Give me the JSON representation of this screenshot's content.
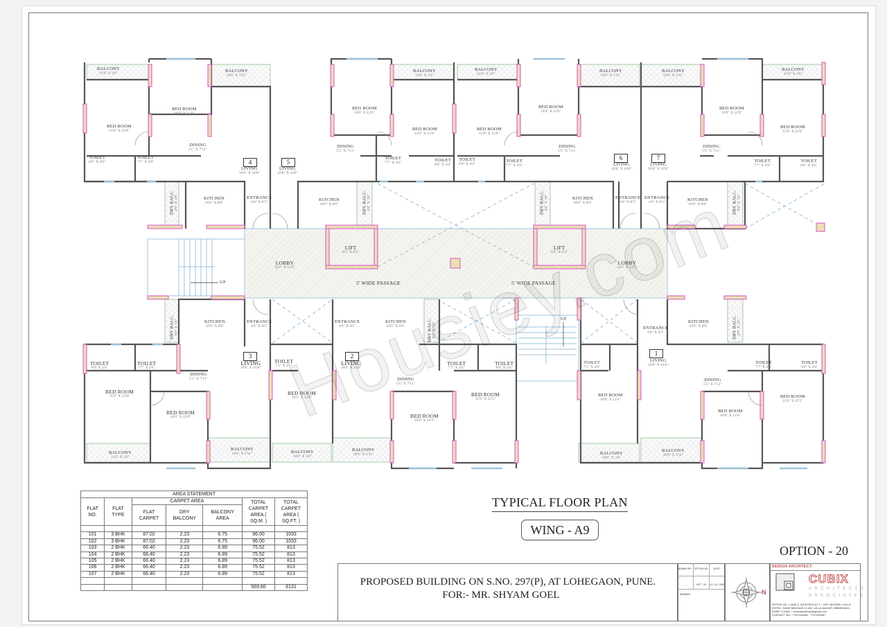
{
  "drawing": {
    "title": "TYPICAL FLOOR PLAN",
    "wing": "WING - A9",
    "option": "OPTION - 20",
    "watermark": "Housiey.com"
  },
  "plan": {
    "core": {
      "lobby_left": {
        "name": "LOBBY",
        "dim": "14'1\" X 12'2\""
      },
      "lobby_right": {
        "name": "LOBBY",
        "dim": "14'1\" X 12'2\""
      },
      "lift_left": {
        "name": "LIFT",
        "dim": "8'2\" X 6'3\""
      },
      "lift_right": {
        "name": "LIFT",
        "dim": "8'2\" X 6'3\""
      },
      "passage_left": "5' WIDE PASSAGE",
      "passage_right": "5' WIDE PASSAGE",
      "stair_up_left": "UP",
      "stair_up_right": "UP"
    },
    "flats": [
      {
        "no": "1",
        "rooms": {
          "living": {
            "name": "LIVING",
            "dim": "10'6\" X 16'0\""
          },
          "entrance": {
            "name": "ENTRANCE",
            "dim": "4'6\" X 8'5\""
          },
          "kitchen": {
            "name": "KITCHEN",
            "dim": "10'0\" X 8'0\""
          },
          "dry_balc": {
            "name": "DRY BALC.",
            "dim": "8'0\" X 3'0\""
          },
          "dining": {
            "name": "DINING",
            "dim": "5'5\" X 7'11\""
          },
          "toilet_a": {
            "name": "TOILET",
            "dim": "7'1\" X 4'6\""
          },
          "toilet_b": {
            "name": "TOILET",
            "dim": "7'7\" X 4'6\""
          },
          "toilet_c": {
            "name": "TOILET",
            "dim": "8'0\" X 4'6\""
          },
          "bed_a": {
            "name": "BED ROOM",
            "dim": "10'6\" X 12'0\""
          },
          "bed_b": {
            "name": "BED ROOM",
            "dim": "10'0\" X 12'0\""
          },
          "bed_c": {
            "name": "BED ROOM",
            "dim": "11'0\" X 15'5\""
          },
          "balc_a": {
            "name": "BALCONY",
            "dim": "10'6\" X 3'0\""
          },
          "balc_b": {
            "name": "BALCONY",
            "dim": "10'6\" X 3'11\""
          }
        }
      },
      {
        "no": "2",
        "rooms": {
          "living": {
            "name": "LIVING",
            "dim": "10'6\" X 16'0\""
          },
          "entrance": {
            "name": "ENTRANCE",
            "dim": "4'6\" X 8'5\""
          },
          "kitchen": {
            "name": "KITCHEN",
            "dim": "10'0\" X 8'0\""
          },
          "dry_balc": {
            "name": "DRY BALC.",
            "dim": "8'0\" X 3'0\""
          },
          "dining": {
            "name": "DINING",
            "dim": "5'5\" X 7'11\""
          },
          "toilet_a": {
            "name": "TOILET",
            "dim": "7'1\" X 4'6\""
          },
          "toilet_b": {
            "name": "TOILET",
            "dim": "7'7\" X 4'6\""
          },
          "toilet_c": {
            "name": "TOILET",
            "dim": "8'0\" X 4'6\""
          },
          "bed_a": {
            "name": "BED ROOM",
            "dim": "10'6\" X 12'0\""
          },
          "bed_b": {
            "name": "BED ROOM",
            "dim": "10'0\" X 12'0\""
          },
          "bed_c": {
            "name": "BED ROOM",
            "dim": "11'0\" X 15'5\""
          },
          "balc_a": {
            "name": "BALCONY",
            "dim": "10'6\" X 3'0\""
          },
          "balc_b": {
            "name": "BALCONY",
            "dim": "10'6\" X 3'11\""
          }
        }
      },
      {
        "no": "3",
        "rooms": {
          "living": {
            "name": "LIVING",
            "dim": "10'6\" X 16'0\""
          },
          "entrance": {
            "name": "ENTRANCE",
            "dim": "4'6\" X 8'5\""
          },
          "kitchen": {
            "name": "KITCHEN",
            "dim": "10'0\" X 8'0\""
          },
          "dry_balc": {
            "name": "DRY BALC.",
            "dim": "8'0\" X 3'0\""
          },
          "dining": {
            "name": "DINING",
            "dim": "5'5\" X 7'11\""
          },
          "toilet_a": {
            "name": "TOILET",
            "dim": "8'0\" X 4'6\""
          },
          "toilet_b": {
            "name": "TOILET",
            "dim": "7'7\" X 4'6\""
          },
          "bed_a": {
            "name": "BED ROOM",
            "dim": "11'0\" X 12'0\""
          },
          "bed_b": {
            "name": "BED ROOM",
            "dim": "10'0\" X 12'0\""
          },
          "balc_a": {
            "name": "BALCONY",
            "dim": "11'0\" X 3'0\""
          },
          "balc_b": {
            "name": "BALCONY",
            "dim": "10'6\" X 3'11\""
          }
        }
      },
      {
        "no": "4",
        "rooms": {
          "living": {
            "name": "LIVING",
            "dim": "10'6\" X 16'0\""
          },
          "entrance": {
            "name": "ENTRANCE",
            "dim": "4'6\" X 8'5\""
          },
          "kitchen": {
            "name": "KITCHEN",
            "dim": "10'0\" X 8'0\""
          },
          "dry_balc": {
            "name": "DRY BALC.",
            "dim": "8'0\" X 3'0\""
          },
          "dining": {
            "name": "DINING",
            "dim": "5'5\" X 7'11\""
          },
          "toilet_a": {
            "name": "TOILET",
            "dim": "8'0\" X 4'6\""
          },
          "toilet_b": {
            "name": "TOILET",
            "dim": "7'7\" X 4'6\""
          },
          "bed_a": {
            "name": "BED ROOM",
            "dim": "11'0\" X 12'0\""
          },
          "bed_b": {
            "name": "BED ROOM",
            "dim": "10'0\" X 12'0\""
          },
          "balc_a": {
            "name": "BALCONY",
            "dim": "11'0\" X 3'0\""
          },
          "balc_b": {
            "name": "BALCONY",
            "dim": "10'6\" X 3'11\""
          }
        }
      },
      {
        "no": "5",
        "rooms": {
          "living": {
            "name": "LIVING",
            "dim": "10'6\" X 16'0\""
          },
          "kitchen": {
            "name": "KITCHEN",
            "dim": "10'0\" X 8'0\""
          },
          "dry_balc": {
            "name": "DRY BALC.",
            "dim": "8'0\" X 3'0\""
          },
          "dining": {
            "name": "DINING",
            "dim": "5'5\" X 7'11\""
          },
          "toilet_a": {
            "name": "TOILET",
            "dim": "7'7\" X 4'6\""
          },
          "toilet_b": {
            "name": "TOILET",
            "dim": "8'0\" X 4'6\""
          },
          "bed_a": {
            "name": "BED ROOM",
            "dim": "10'0\" X 12'0\""
          },
          "bed_b": {
            "name": "BED ROOM",
            "dim": "11'0\" X 12'0\""
          },
          "balc_a": {
            "name": "BALCONY",
            "dim": "11'0\" X 3'0\""
          }
        }
      },
      {
        "no": "6",
        "rooms": {
          "living": {
            "name": "LIVING",
            "dim": "10'6\" X 16'0\""
          },
          "entrance": {
            "name": "ENTRANCE",
            "dim": "4'6\" X 8'5\""
          },
          "kitchen": {
            "name": "KITCHEN",
            "dim": "10'0\" X 8'0\""
          },
          "dry_balc": {
            "name": "DRY BALC.",
            "dim": "8'0\" X 3'0\""
          },
          "dining": {
            "name": "DINING",
            "dim": "5'5\" X 7'11\""
          },
          "toilet_a": {
            "name": "TOILET",
            "dim": "8'0\" X 4'6\""
          },
          "toilet_b": {
            "name": "TOILET",
            "dim": "7'7\" X 4'6\""
          },
          "bed_a": {
            "name": "BED ROOM",
            "dim": "11'0\" X 12'0\""
          },
          "bed_b": {
            "name": "BED ROOM",
            "dim": "10'0\" X 12'0\""
          },
          "balc_a": {
            "name": "BALCONY",
            "dim": "11'0\" X 3'0\""
          },
          "balc_b": {
            "name": "BALCONY",
            "dim": "10'6\" X 3'11\""
          }
        }
      },
      {
        "no": "7",
        "rooms": {
          "living": {
            "name": "LIVING",
            "dim": "10'6\" X 16'0\""
          },
          "entrance": {
            "name": "ENTRANCE",
            "dim": "4'6\" X 8'5\""
          },
          "kitchen": {
            "name": "KITCHEN",
            "dim": "10'0\" X 8'0\""
          },
          "dry_balc": {
            "name": "DRY BALC.",
            "dim": "8'0\" X 3'0\""
          },
          "dining": {
            "name": "DINING",
            "dim": "5'5\" X 7'11\""
          },
          "toilet_a": {
            "name": "TOILET",
            "dim": "7'7\" X 4'6\""
          },
          "toilet_b": {
            "name": "TOILET",
            "dim": "8'0\" X 4'6\""
          },
          "bed_a": {
            "name": "BED ROOM",
            "dim": "10'0\" X 12'0\""
          },
          "bed_b": {
            "name": "BED ROOM",
            "dim": "11'0\" X 12'0\""
          },
          "balc_a": {
            "name": "BALCONY",
            "dim": "10'6\" X 3'11\""
          },
          "balc_b": {
            "name": "BALCONY",
            "dim": "11'0\" X 3'0\""
          }
        }
      }
    ]
  },
  "area_statement": {
    "title": "AREA STATEMENT",
    "headers": {
      "flat_no": "FLAT NO.",
      "flat_type": "FLAT TYPE",
      "carpet_area": "CARPET AREA",
      "flat_carpet": "FLAT CARPET",
      "dry_balcony": "DRY BALCONY",
      "balcony_area": "BALCONY AREA",
      "total_sqm": "TOTAL CARPET AREA ( SQ.M. )",
      "total_sqft": "TOTAL CARPET AREA ( SQ.FT. )"
    },
    "rows": [
      {
        "flat_no": "101",
        "type": "3 BHK",
        "flat_carpet": "87.02",
        "dry_balcony": "2.23",
        "balcony": "6.75",
        "sqm": "96.00",
        "sqft": "1033"
      },
      {
        "flat_no": "102",
        "type": "3 BHK",
        "flat_carpet": "87.02",
        "dry_balcony": "2.23",
        "balcony": "6.75",
        "sqm": "96.00",
        "sqft": "1033"
      },
      {
        "flat_no": "103",
        "type": "2 BHK",
        "flat_carpet": "66.40",
        "dry_balcony": "2.23",
        "balcony": "6.89",
        "sqm": "75.52",
        "sqft": "813"
      },
      {
        "flat_no": "104",
        "type": "2 BHK",
        "flat_carpet": "66.40",
        "dry_balcony": "2.23",
        "balcony": "6.89",
        "sqm": "75.52",
        "sqft": "813"
      },
      {
        "flat_no": "105",
        "type": "2 BHK",
        "flat_carpet": "66.40",
        "dry_balcony": "2.23",
        "balcony": "6.89",
        "sqm": "75.52",
        "sqft": "813"
      },
      {
        "flat_no": "106",
        "type": "2 BHK",
        "flat_carpet": "66.40",
        "dry_balcony": "2.23",
        "balcony": "6.89",
        "sqm": "75.52",
        "sqft": "813"
      },
      {
        "flat_no": "107",
        "type": "2 BHK",
        "flat_carpet": "66.40",
        "dry_balcony": "2.23",
        "balcony": "6.89",
        "sqm": "75.52",
        "sqft": "813"
      }
    ],
    "totals": {
      "sqm": "569.60",
      "sqft": "6131"
    }
  },
  "title_block": {
    "line1": "PROPOSED BUILDING ON S.NO. 297(P), AT LOHEGAON, PUNE.",
    "line2": "FOR:- MR. SHYAM GOEL",
    "drawn_by_label": "DRAWN BY :",
    "drawn_by_value": "- - -",
    "option_no_label": "OPTION NO. :",
    "option_no_value": "OPT - 20",
    "date_label": "DATE :",
    "date_value": "01 / 01 / 2025",
    "remark_label": "REMARK :",
    "north_label": "N"
  },
  "architect": {
    "header": "DESIGN ARCHITECT:",
    "brand": "CUBIX",
    "sub1": "ARCHITECTS",
    "sub2": "ASSOCIATES",
    "address": "OFFICE NO. 1 AND 2, ARISTROCAT 'L', OPP. BEVERLY HILLS HOTEL, NEAR MAGNUS CLUB, LULLA NAGAR, BIBWEWADI, PUNE. E-MAIL:- cubixarchitects@gmail.com",
    "contact": "CONTACT NO:- 7757043086 , 7757043087"
  },
  "colors": {
    "wall": "#444444",
    "column_fill": "#e8e0b0",
    "column_border": "#d94fd0",
    "window": "#9ec3dc",
    "railing": "#8fbf8f",
    "floor_hatch": "#ecece4",
    "brand": "#c0504d"
  }
}
